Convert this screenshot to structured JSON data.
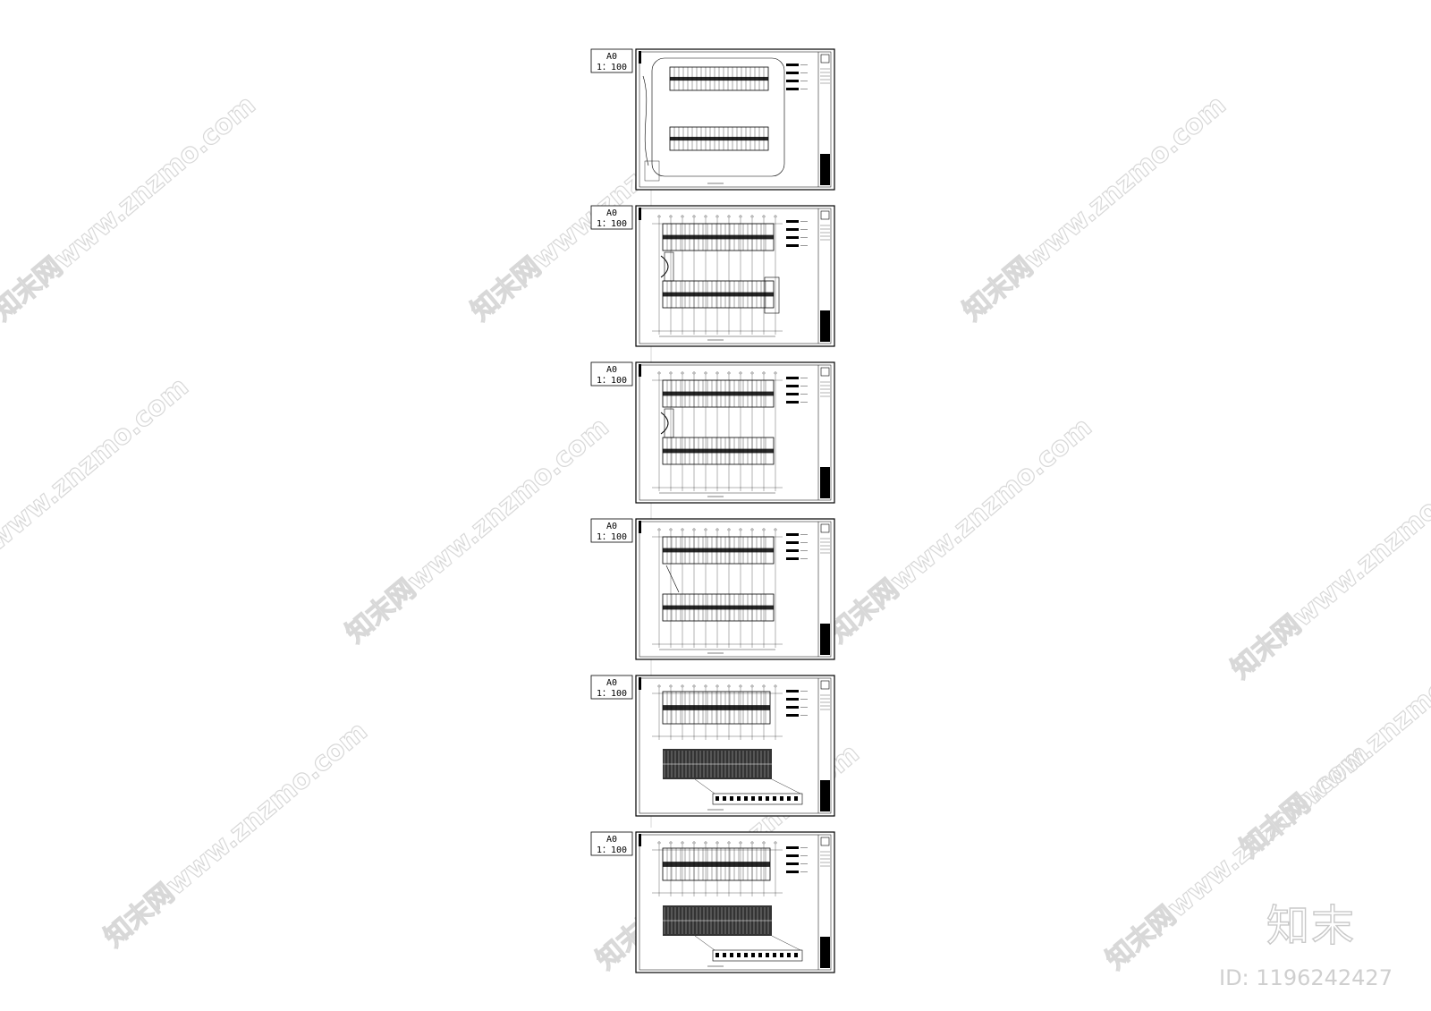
{
  "sheets": [
    {
      "paper": "A0",
      "scale": "1：100",
      "kind": "site-plan"
    },
    {
      "paper": "A0",
      "scale": "1：100",
      "kind": "floor-plan-a"
    },
    {
      "paper": "A0",
      "scale": "1：100",
      "kind": "floor-plan-b"
    },
    {
      "paper": "A0",
      "scale": "1：100",
      "kind": "floor-plan-c"
    },
    {
      "paper": "A0",
      "scale": "1：100",
      "kind": "plan-with-roof"
    },
    {
      "paper": "A0",
      "scale": "1：100",
      "kind": "plan-with-roof"
    }
  ],
  "watermark": {
    "text": "知末网www.znzmo.com",
    "color": "#d8d8d8"
  },
  "brand": {
    "logo_text": "知末",
    "id_text": "ID: 1196242427"
  },
  "colors": {
    "line": "#000000",
    "background": "#ffffff"
  }
}
